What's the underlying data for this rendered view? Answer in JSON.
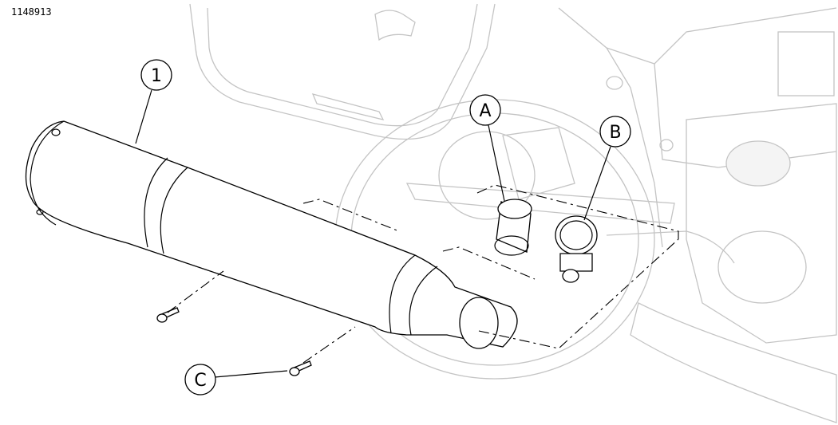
{
  "figure": {
    "id": "1148913"
  },
  "callouts": [
    {
      "key": "item-1",
      "label": "1"
    },
    {
      "key": "item-a",
      "label": "A"
    },
    {
      "key": "item-b",
      "label": "B"
    },
    {
      "key": "item-c",
      "label": "C"
    }
  ]
}
